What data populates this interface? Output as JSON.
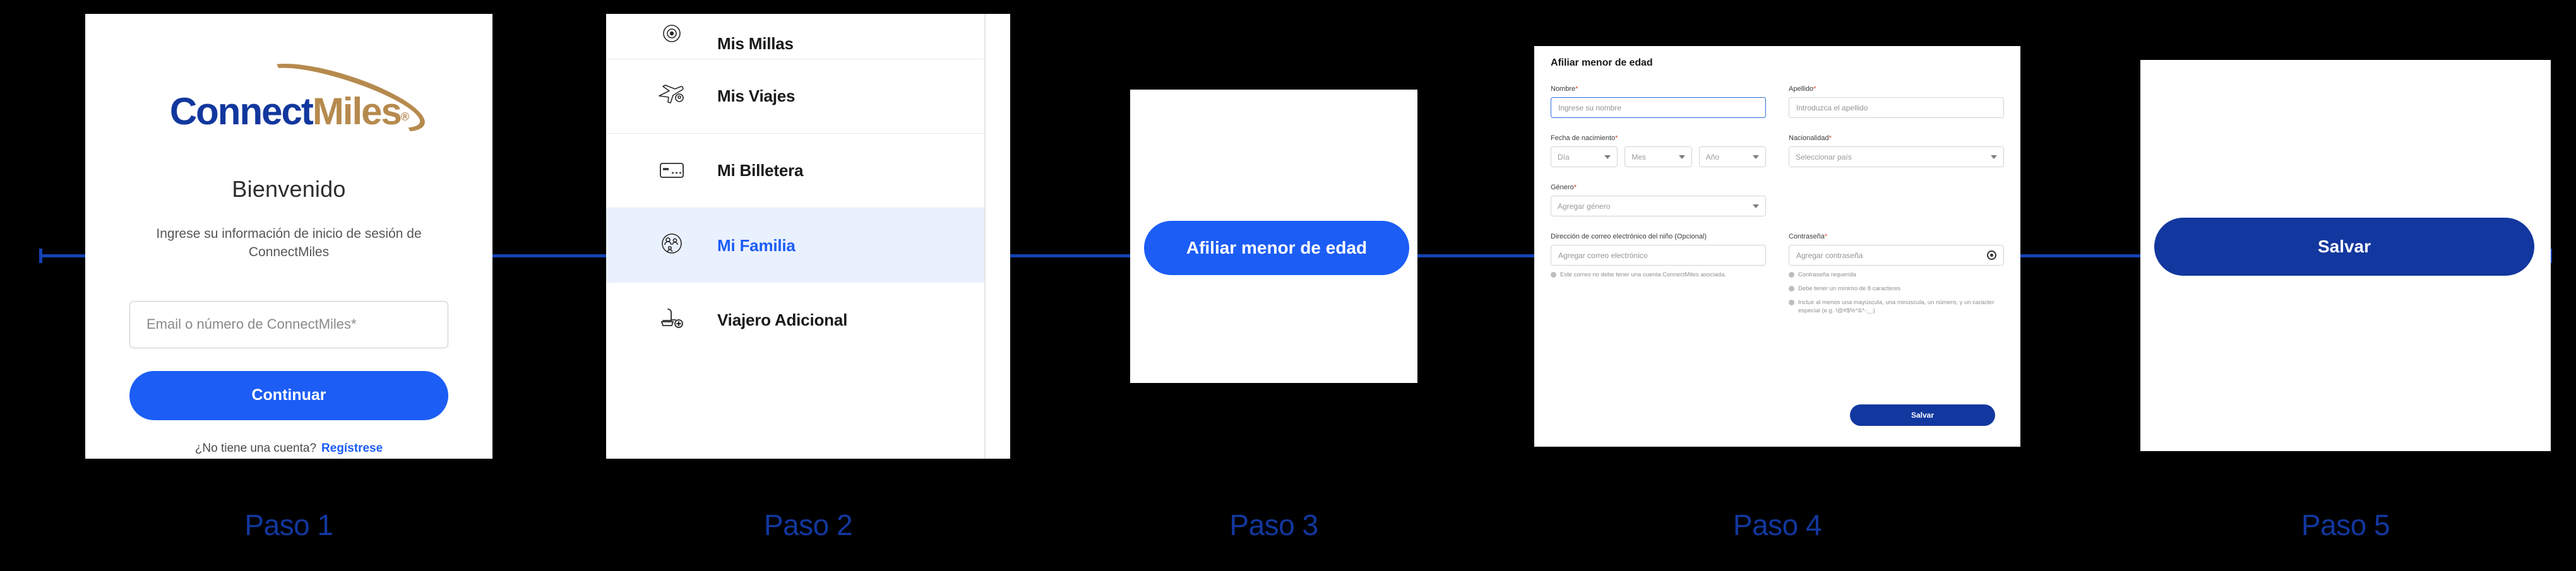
{
  "background_color": "#000000",
  "accent_blue": "#1c5df5",
  "brand_navy": "#12379e",
  "brand_gold": "#b68a4e",
  "connector": {
    "color": "#1442b4"
  },
  "panel1": {
    "logo": {
      "connect": "Connect",
      "miles": "Miles",
      "registered": "®"
    },
    "title": "Bienvenido",
    "subtitle": "Ingrese su información de inicio de sesión de ConnectMiles",
    "email_placeholder": "Email o número de ConnectMiles*",
    "continue_label": "Continuar",
    "footer_question": "¿No tiene una cuenta?",
    "footer_link": "Regístrese"
  },
  "panel2": {
    "items": [
      {
        "label": "Mis Millas",
        "icon": "miles-target-icon",
        "active": false
      },
      {
        "label": "Mis Viajes",
        "icon": "airplane-pin-icon",
        "active": false
      },
      {
        "label": "Mi Billetera",
        "icon": "credit-card-icon",
        "active": false
      },
      {
        "label": "Mi Familia",
        "icon": "family-group-icon",
        "active": true
      },
      {
        "label": "Viajero Adicional",
        "icon": "seat-plus-icon",
        "active": false
      }
    ]
  },
  "panel3": {
    "cta_label": "Afiliar menor de edad"
  },
  "panel4": {
    "title": "Afiliar menor de edad",
    "fields": {
      "first_name_label": "Nombre",
      "first_name_placeholder": "Ingrese su nombre",
      "last_name_label": "Apellido",
      "last_name_placeholder": "Introduzca el apellido",
      "dob_label": "Fecha de nacimiento",
      "dob_day": "Día",
      "dob_month": "Mes",
      "dob_year": "Año",
      "nationality_label": "Nacionalidad",
      "nationality_placeholder": "Seleccionar país",
      "gender_label": "Género",
      "gender_placeholder": "Agregar género",
      "email_label": "Dirección de correo electrónico del niño (Opcional)",
      "email_placeholder": "Agregar correo electrónico",
      "email_hint": "Este correo no debe tener una cuenta ConnectMiles asociada.",
      "password_label": "Contraseña",
      "password_placeholder": "Agregar contraseña",
      "required_marker": "*"
    },
    "password_rules": [
      "Contraseña requerida",
      "Debe tener un mínimo de 8 caracteres",
      "Incluir al menos una mayúscula, una minúscula, un número, y un carácter especial (e.g. !@#$%^&*-,_.)"
    ],
    "save_label": "Salvar"
  },
  "panel5": {
    "save_label": "Salvar"
  },
  "steps": [
    {
      "label": "Paso 1"
    },
    {
      "label": "Paso 2"
    },
    {
      "label": "Paso 3"
    },
    {
      "label": "Paso 4"
    },
    {
      "label": "Paso 5"
    }
  ]
}
